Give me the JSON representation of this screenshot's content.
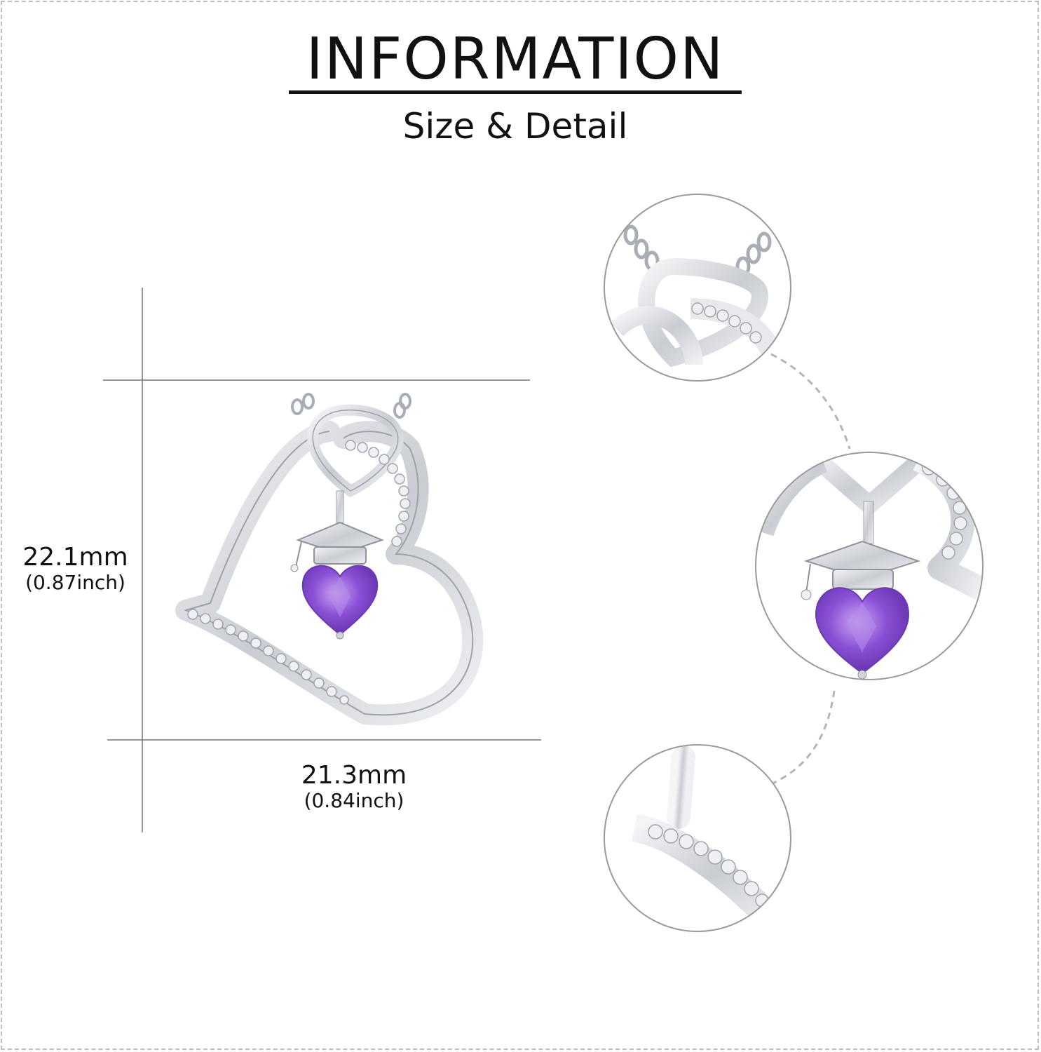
{
  "header": {
    "title": "INFORMATION",
    "subtitle": "Size & Detail"
  },
  "dimensions": {
    "height": {
      "mm": "22.1mm",
      "inch": "(0.87inch)"
    },
    "width": {
      "mm": "21.3mm",
      "inch": "(0.84inch)"
    }
  },
  "colors": {
    "gem": "#8a4fd6",
    "metal": "#d9dbe0",
    "border": "#bdbdbd"
  }
}
